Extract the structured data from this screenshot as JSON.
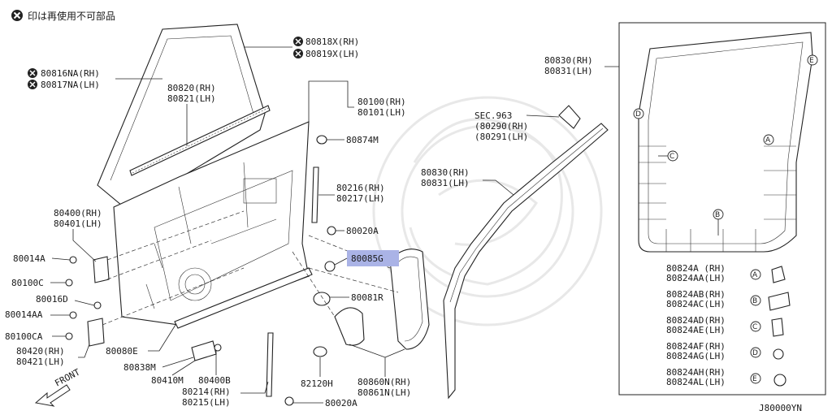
{
  "header_note": "印は再使用不可部品",
  "diagram_code": "J80000YN",
  "front_label": "FRONT",
  "labels": {
    "p80818x": "80818X(RH)",
    "p80819x": "80819X(LH)",
    "p80816na": "80816NA(RH)",
    "p80817na": "80817NA(LH)",
    "p80820": "80820(RH)",
    "p80821": "80821(LH)",
    "p80100": "80100(RH)",
    "p80101": "80101(LH)",
    "p80874m": "80874M",
    "p80400": "80400(RH)",
    "p80401": "80401(LH)",
    "p80216": "80216(RH)",
    "p80217": "80217(LH)",
    "p80020a_1": "80020A",
    "p80085g": "80085G",
    "p80014a": "80014A",
    "p80100c": "80100C",
    "p80016d": "80016D",
    "p80014aa": "80014AA",
    "p80100ca": "80100CA",
    "p80420": "80420(RH)",
    "p80421": "80421(LH)",
    "p80081r": "80081R",
    "p80080e": "80080E",
    "p80838m": "80838M",
    "p80410m": "80410M",
    "p80400b": "80400B",
    "p80214": "80214(RH)",
    "p80215": "80215(LH)",
    "p80020a_2": "80020A",
    "p82120h": "82120H",
    "p80860n": "80860N(RH)",
    "p80861n": "80861N(LH)",
    "sec963": "SEC.963",
    "p80290": "(80290(RH)",
    "p80291": "(80291(LH)",
    "p80830_mid": "80830(RH)",
    "p80831_mid": "80831(LH)",
    "p80830_box": "80830(RH)",
    "p80831_box": "80831(LH)"
  },
  "clip_legend": [
    {
      "rh": "80824A (RH)",
      "lh": "80824AA(LH)",
      "mark": "A"
    },
    {
      "rh": "80824AB(RH)",
      "lh": "80824AC(LH)",
      "mark": "B"
    },
    {
      "rh": "80824AD(RH)",
      "lh": "80824AE(LH)",
      "mark": "C"
    },
    {
      "rh": "80824AF(RH)",
      "lh": "80824AG(LH)",
      "mark": "D"
    },
    {
      "rh": "80824AH(RH)",
      "lh": "80824AL(LH)",
      "mark": "E"
    }
  ],
  "seal_marks": {
    "a": "A",
    "b": "B",
    "c": "C",
    "d": "D",
    "e": "E"
  },
  "colors": {
    "highlight": "#aab3e6",
    "line": "#222222"
  }
}
